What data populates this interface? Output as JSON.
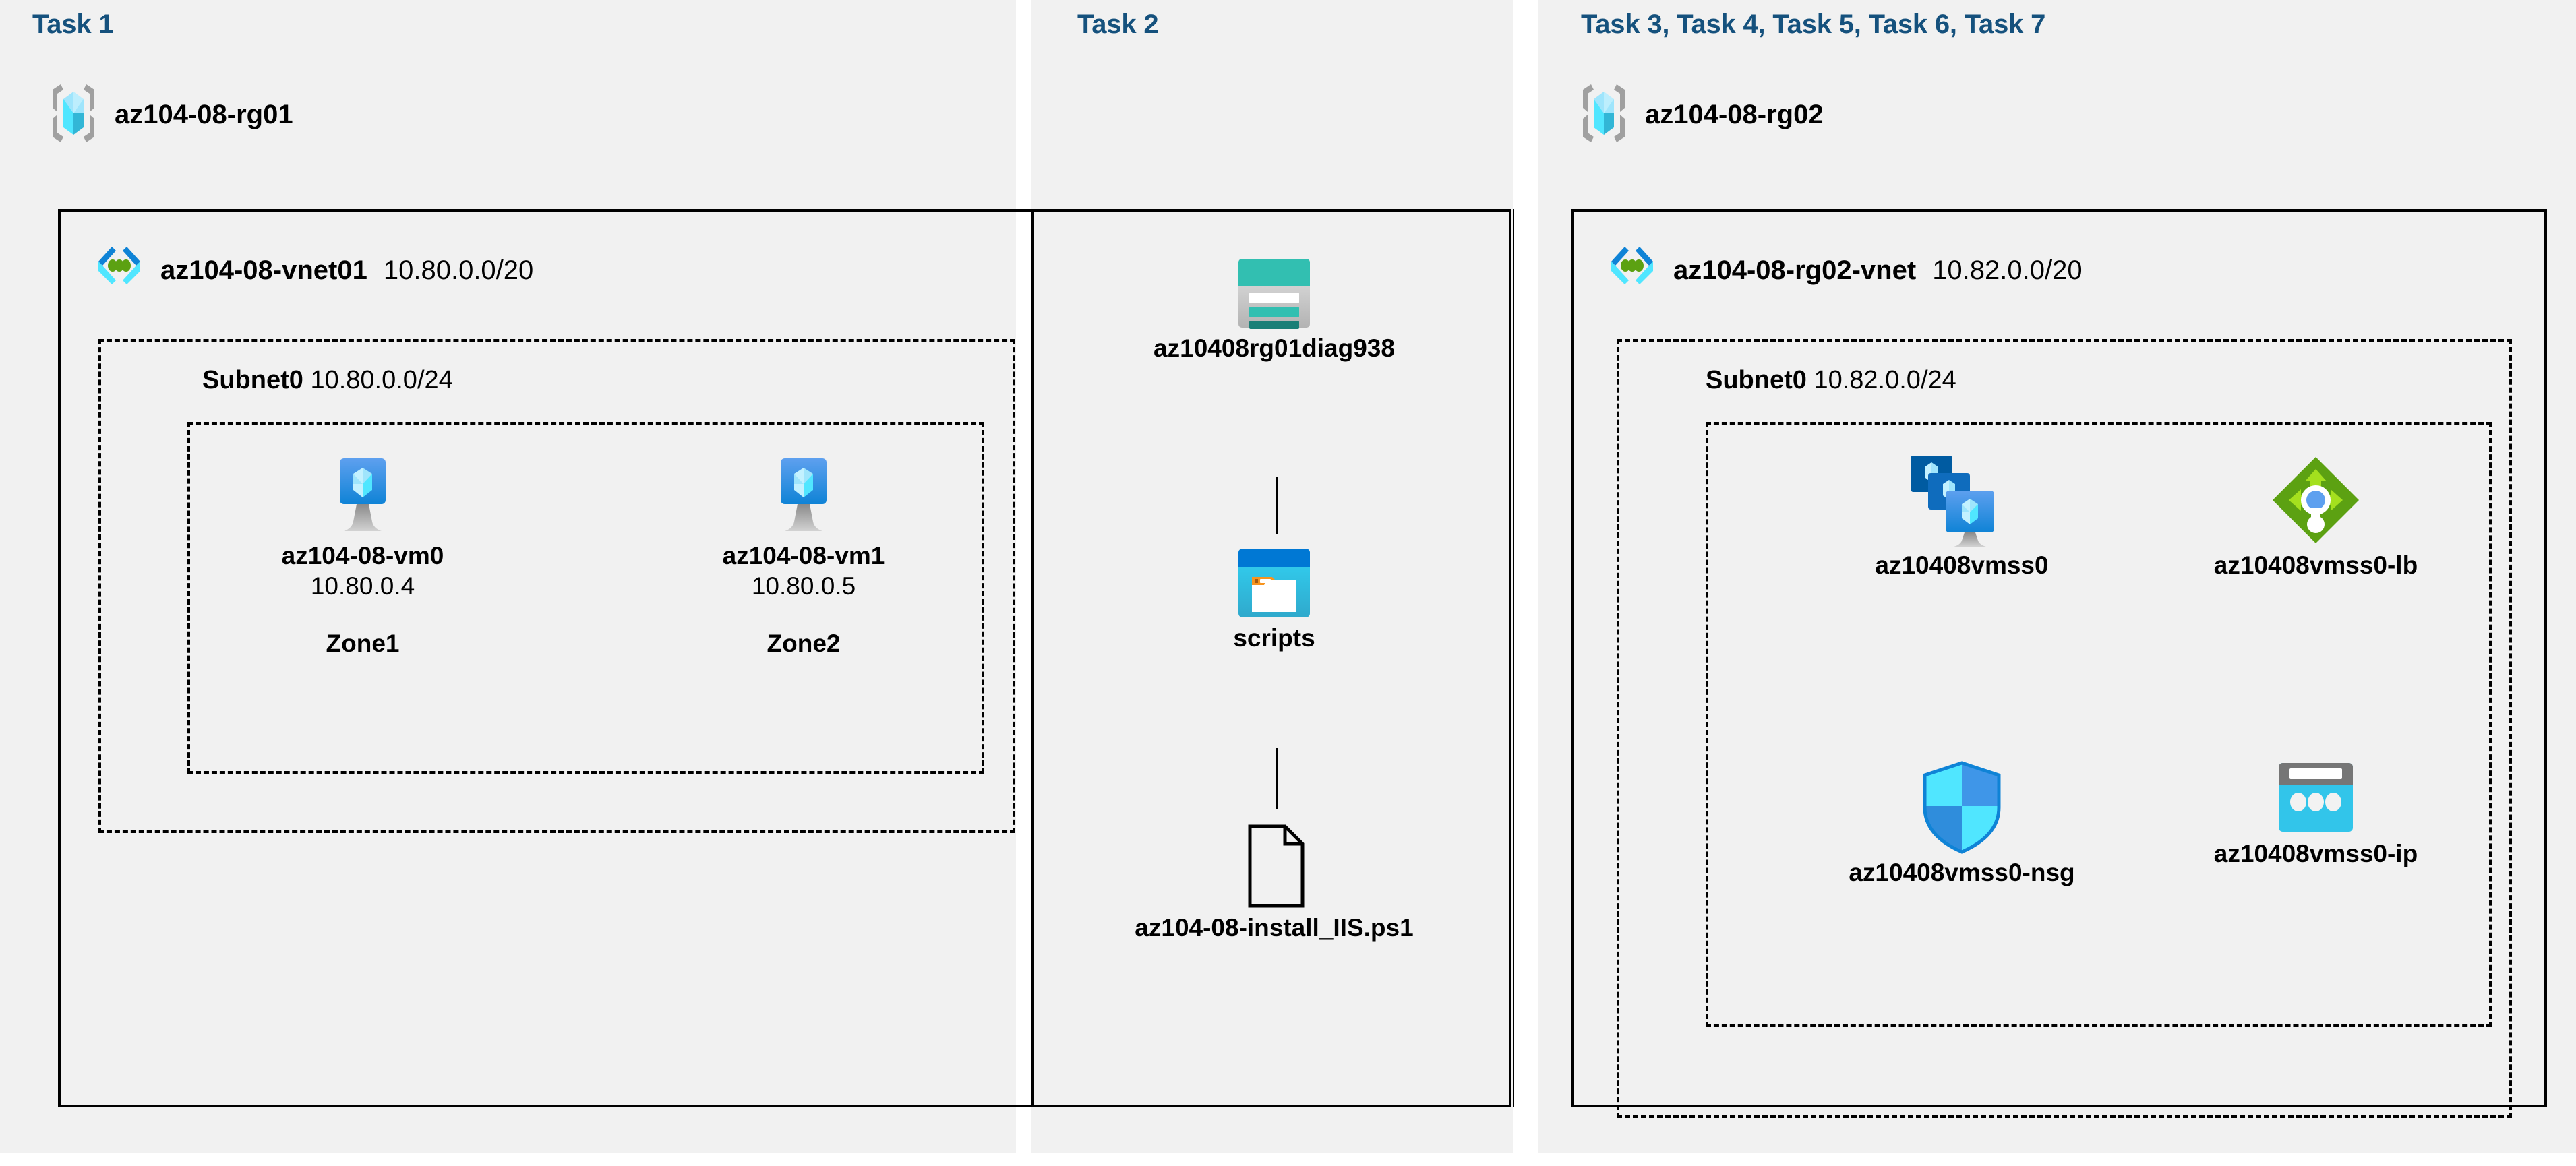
{
  "panels": [
    {
      "id": "panel1",
      "heading": "Task 1"
    },
    {
      "id": "panel2",
      "heading": "Task 2"
    },
    {
      "id": "panel3",
      "heading": "Task 3, Task 4, Task 5, Task 6, Task 7"
    }
  ],
  "headings": {
    "task1": "Task 1",
    "task2": "Task 2",
    "task3": "Task 3, Task 4, Task 5, Task 6, Task 7"
  },
  "resource_groups": [
    {
      "name": "az104-08-rg01",
      "icon": "resource-group-icon"
    },
    {
      "name": "az104-08-rg02",
      "icon": "resource-group-icon"
    }
  ],
  "vnets": [
    {
      "name": "az104-08-vnet01",
      "cidr": "10.80.0.0/20",
      "icon": "virtual-network-icon"
    },
    {
      "name": "az104-08-rg02-vnet",
      "cidr": "10.82.0.0/20",
      "icon": "virtual-network-icon"
    }
  ],
  "subnets": [
    {
      "name": "Subnet0",
      "cidr": "10.80.0.0/24"
    },
    {
      "name": "Subnet0",
      "cidr": "10.82.0.0/24"
    }
  ],
  "vms": [
    {
      "name": "az104-08-vm0",
      "ip": "10.80.0.4",
      "zone": "Zone1",
      "icon": "virtual-machine-icon"
    },
    {
      "name": "az104-08-vm1",
      "ip": "10.80.0.5",
      "zone": "Zone2",
      "icon": "virtual-machine-icon"
    }
  ],
  "task2_nodes": [
    {
      "name": "az10408rg01diag938",
      "icon": "storage-account-icon"
    },
    {
      "name": "scripts",
      "icon": "blob-container-icon"
    },
    {
      "name": "az104-08-install_IIS.ps1",
      "icon": "file-document-icon"
    }
  ],
  "task3_nodes": [
    {
      "name": "az10408vmss0",
      "icon": "vm-scale-set-icon"
    },
    {
      "name": "az10408vmss0-lb",
      "icon": "load-balancer-icon"
    },
    {
      "name": "az10408vmss0-nsg",
      "icon": "network-security-group-icon"
    },
    {
      "name": "az10408vmss0-ip",
      "icon": "public-ip-address-icon"
    }
  ],
  "colors": {
    "panel_background": "#f1f1f1",
    "page_background": "#ffffff",
    "heading_blue": "#15517d",
    "border_black": "#000000",
    "azure_blue": "#0078d4",
    "azure_cyan": "#50e6ff",
    "storage_teal": "#32bfb1",
    "storage_teal_dark": "#1a7f77",
    "lb_green": "#5ca112",
    "lb_green_light": "#a4e01e",
    "publicip_cyan": "#32c5ea",
    "publicip_gray": "#767676",
    "folder_orange": "#f7941e",
    "grey_bracket": "#a0a0a0"
  }
}
